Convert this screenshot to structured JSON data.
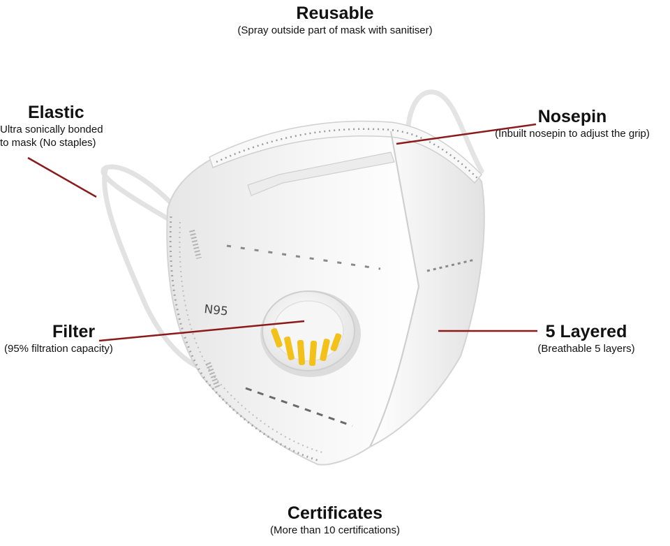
{
  "labels": {
    "reusable": {
      "title": "Reusable",
      "desc": "(Spray outside part of mask with sanitiser)"
    },
    "elastic": {
      "title": "Elastic",
      "desc_line1": "Ultra sonically bonded",
      "desc_line2": "to mask (No staples)"
    },
    "nosepin": {
      "title": "Nosepin",
      "desc": "(Inbuilt nosepin to adjust the grip)"
    },
    "filter": {
      "title": "Filter",
      "desc": "(95% filtration capacity)"
    },
    "layered": {
      "title": "5 Layered",
      "desc": "(Breathable 5 layers)"
    },
    "certificates": {
      "title": "Certificates",
      "desc": "(More than 10 certifications)"
    }
  },
  "mask": {
    "print_text": "N95"
  },
  "colors": {
    "leader_line": "#8b1a1a",
    "mask_body": "#f3f3f3",
    "mask_shadow": "#d8d8d8",
    "valve_slots": "#f2c21a"
  }
}
